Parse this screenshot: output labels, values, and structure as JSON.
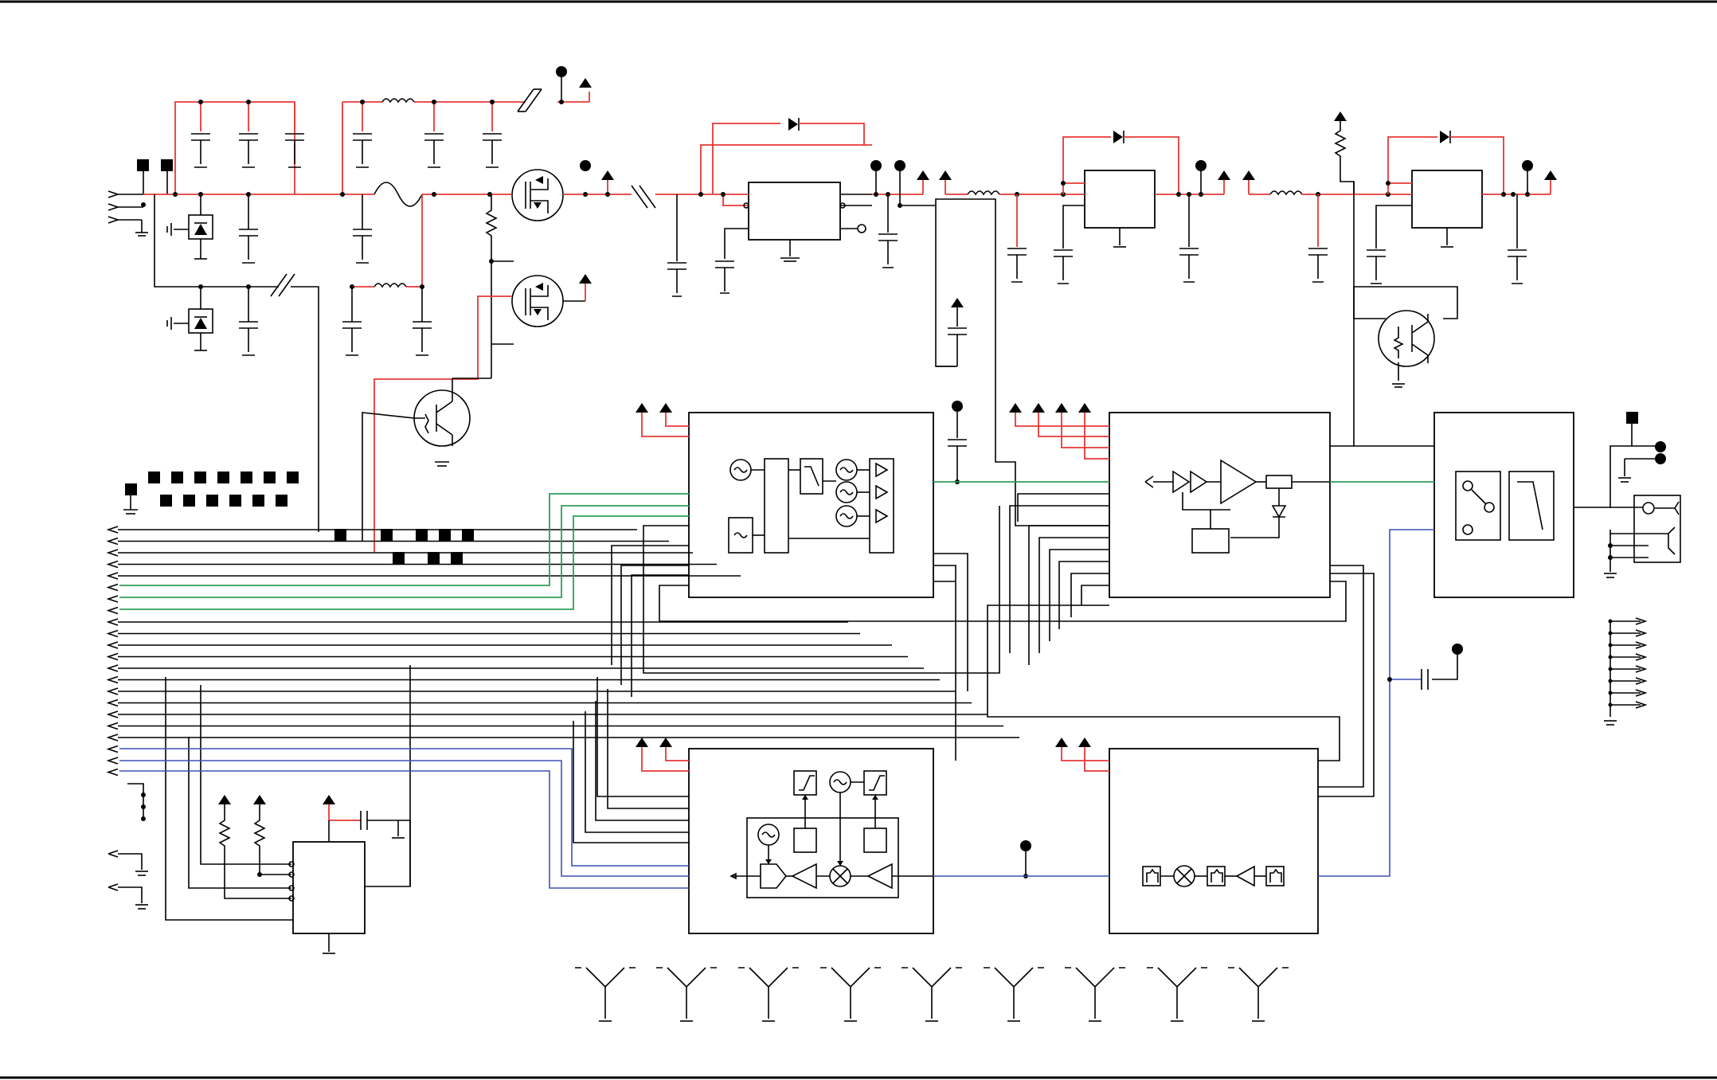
{
  "diagram": {
    "kind": "rf-electrical-schematic",
    "colors": {
      "power_net": "#e53935",
      "rf_net": "#2e9e5b",
      "if_net": "#3f51b5",
      "wire": "#000000",
      "background": "#ffffff"
    },
    "blocks": [
      "block-synthesizer",
      "block-amplifier",
      "block-switch-filter",
      "block-receiver-mixer",
      "block-frontend-filter",
      "block-control-ic"
    ],
    "regulators": [
      "ldo-1",
      "ldo-2",
      "ldo-3"
    ],
    "connector_pin_count": 22,
    "antenna_count": 9
  }
}
